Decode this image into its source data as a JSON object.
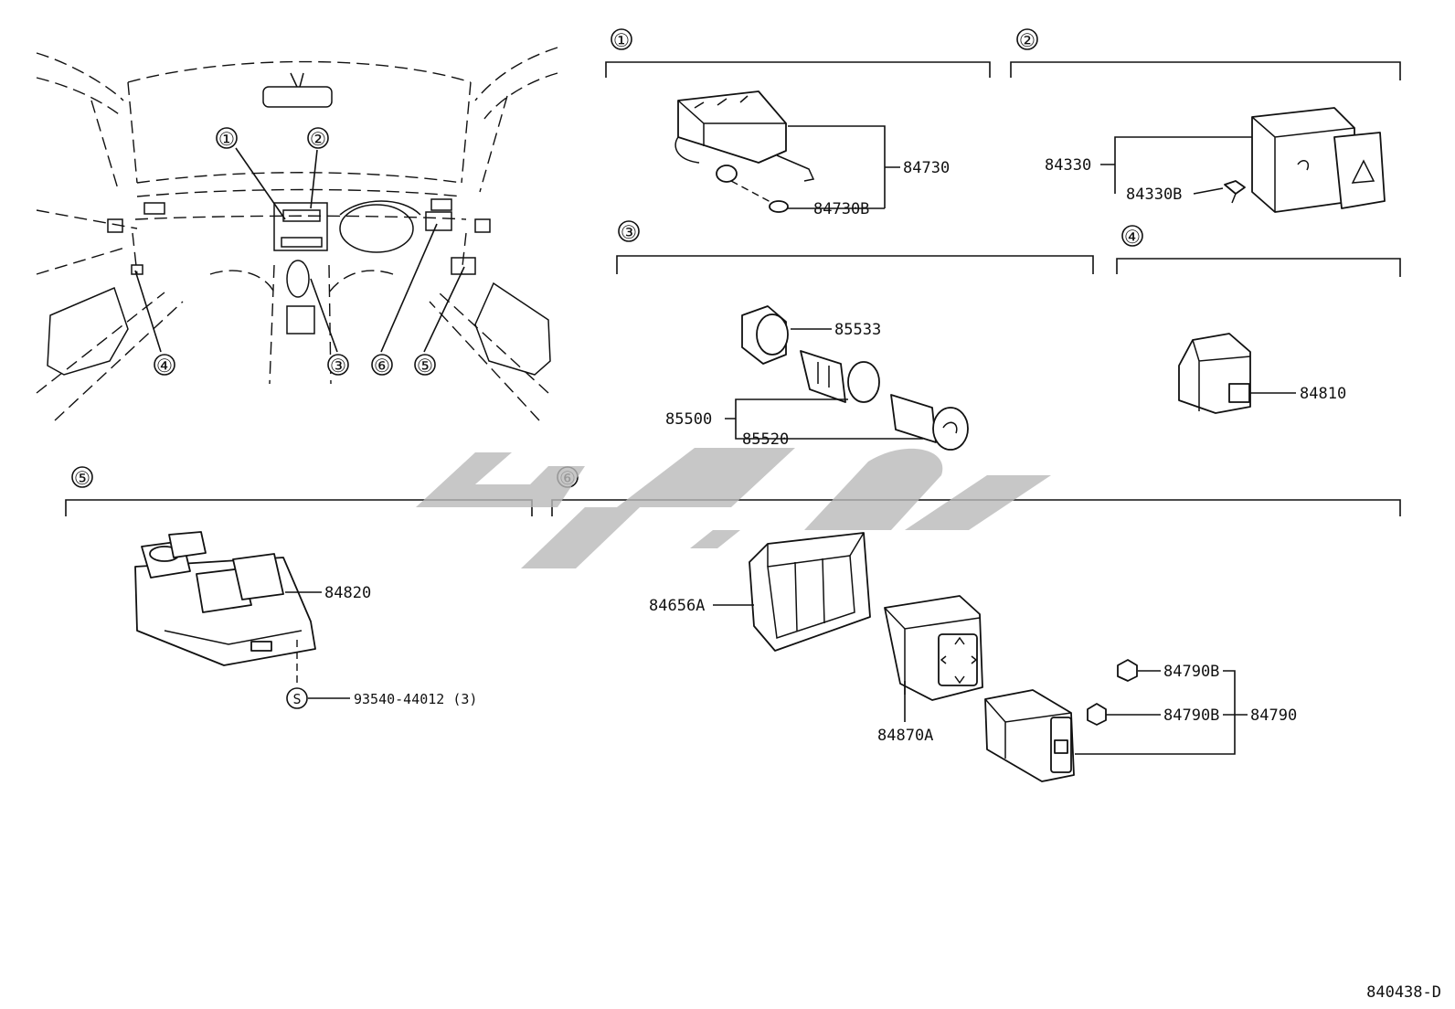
{
  "diagram_id": "840438-D",
  "callout_numbers": [
    "①",
    "②",
    "③",
    "④",
    "⑤",
    "⑥"
  ],
  "watermark_logo": "ناشیان",
  "overview": {
    "callouts": [
      "①",
      "②",
      "③",
      "④",
      "⑤",
      "⑥"
    ]
  },
  "sections": {
    "s1": {
      "number": "①",
      "parts": [
        "84730",
        "84730B"
      ]
    },
    "s2": {
      "number": "②",
      "parts": [
        "84330",
        "84330B"
      ]
    },
    "s3": {
      "number": "③",
      "parts": [
        "85533",
        "85500",
        "85520"
      ]
    },
    "s4": {
      "number": "④",
      "parts": [
        "84810"
      ]
    },
    "s5": {
      "number": "⑤",
      "parts": [
        "84820",
        "93540-44012 (3)"
      ],
      "fastener_symbol": "S"
    },
    "s6": {
      "number": "⑥",
      "parts": [
        "84656A",
        "84870A",
        "84790B",
        "84790B",
        "84790"
      ]
    }
  }
}
